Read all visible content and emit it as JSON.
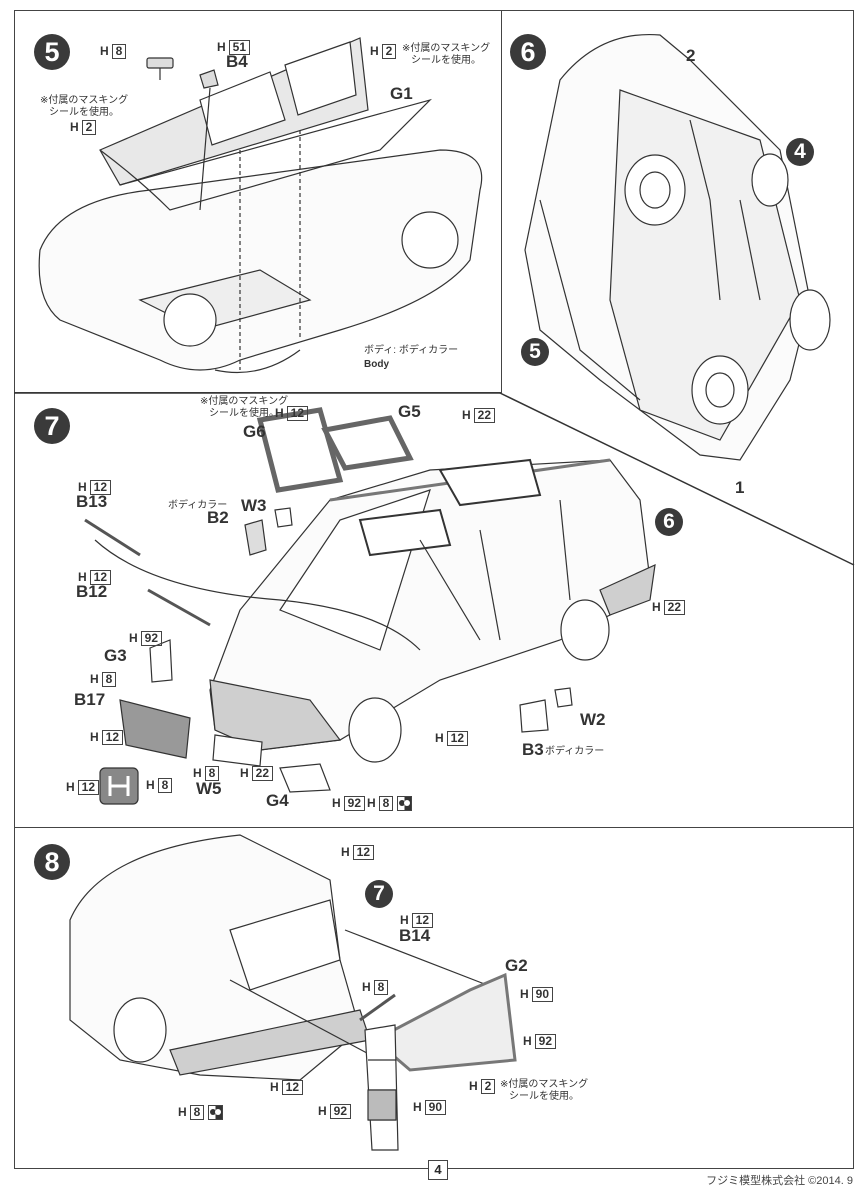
{
  "page": {
    "page_number": "4",
    "footer": "フジミ模型株式会社 ©2014. 9"
  },
  "steps": {
    "s5": {
      "number": "5",
      "labels": {
        "mirror_color": {
          "prefix": "H",
          "code": "8"
        },
        "b4_color": {
          "prefix": "H",
          "code": "51"
        },
        "b4": "B4",
        "glass_right_color": {
          "prefix": "H",
          "code": "2"
        },
        "glass_right_note": "※付属のマスキング\nシールを使用。",
        "glass_left_note": "※付属のマスキング\nシールを使用。",
        "glass_left_color": {
          "prefix": "H",
          "code": "2"
        },
        "g1": "G1",
        "body_note": "ボディ: ボディカラー",
        "body_en": "Body"
      }
    },
    "s6": {
      "number": "6",
      "labels": {
        "ref2": "2",
        "ref4": "4",
        "ref5": "5",
        "ref1": "1"
      }
    },
    "s7": {
      "number": "7",
      "labels": {
        "mask_note": "※付属のマスキング\nシールを使用。",
        "sunroof_color": {
          "prefix": "H",
          "code": "12"
        },
        "g5": "G5",
        "g6": "G6",
        "roof_color": {
          "prefix": "H",
          "code": "22"
        },
        "b13_color": {
          "prefix": "H",
          "code": "12"
        },
        "b13": "B13",
        "body_color_note": "ボディカラー",
        "b2": "B2",
        "w3": "W3",
        "ref6": "6",
        "b12_color": {
          "prefix": "H",
          "code": "12"
        },
        "b12": "B12",
        "side_color": {
          "prefix": "H",
          "code": "22"
        },
        "g3_color": {
          "prefix": "H",
          "code": "92"
        },
        "g3": "G3",
        "b17_color": {
          "prefix": "H",
          "code": "8"
        },
        "b17": "B17",
        "b17_color2": {
          "prefix": "H",
          "code": "12"
        },
        "emblem_left": {
          "prefix": "H",
          "code": "12"
        },
        "emblem_right": {
          "prefix": "H",
          "code": "8"
        },
        "w5_color": {
          "prefix": "H",
          "code": "8"
        },
        "w5": "W5",
        "bumper_color": {
          "prefix": "H",
          "code": "22"
        },
        "g4": "G4",
        "g4_color": {
          "prefix": "H",
          "code": "92"
        },
        "light_color": {
          "prefix": "H",
          "code": "8"
        },
        "pillar_color": {
          "prefix": "H",
          "code": "12"
        },
        "w2": "W2",
        "b3": "B3",
        "b3_note": "ボディカラー"
      }
    },
    "s8": {
      "number": "8",
      "labels": {
        "roof_color": {
          "prefix": "H",
          "code": "12"
        },
        "ref7": "7",
        "b14_color": {
          "prefix": "H",
          "code": "12"
        },
        "b14": "B14",
        "g2": "G2",
        "emblem_color": {
          "prefix": "H",
          "code": "8"
        },
        "g2_color1": {
          "prefix": "H",
          "code": "90"
        },
        "g2_color2": {
          "prefix": "H",
          "code": "92"
        },
        "bumper_color": {
          "prefix": "H",
          "code": "12"
        },
        "glass_color": {
          "prefix": "H",
          "code": "2"
        },
        "mask_note": "※付属のマスキング\nシールを使用。",
        "lamp_red": {
          "prefix": "H",
          "code": "92"
        },
        "lamp_clear": {
          "prefix": "H",
          "code": "90"
        },
        "light_color": {
          "prefix": "H",
          "code": "8"
        }
      }
    }
  }
}
